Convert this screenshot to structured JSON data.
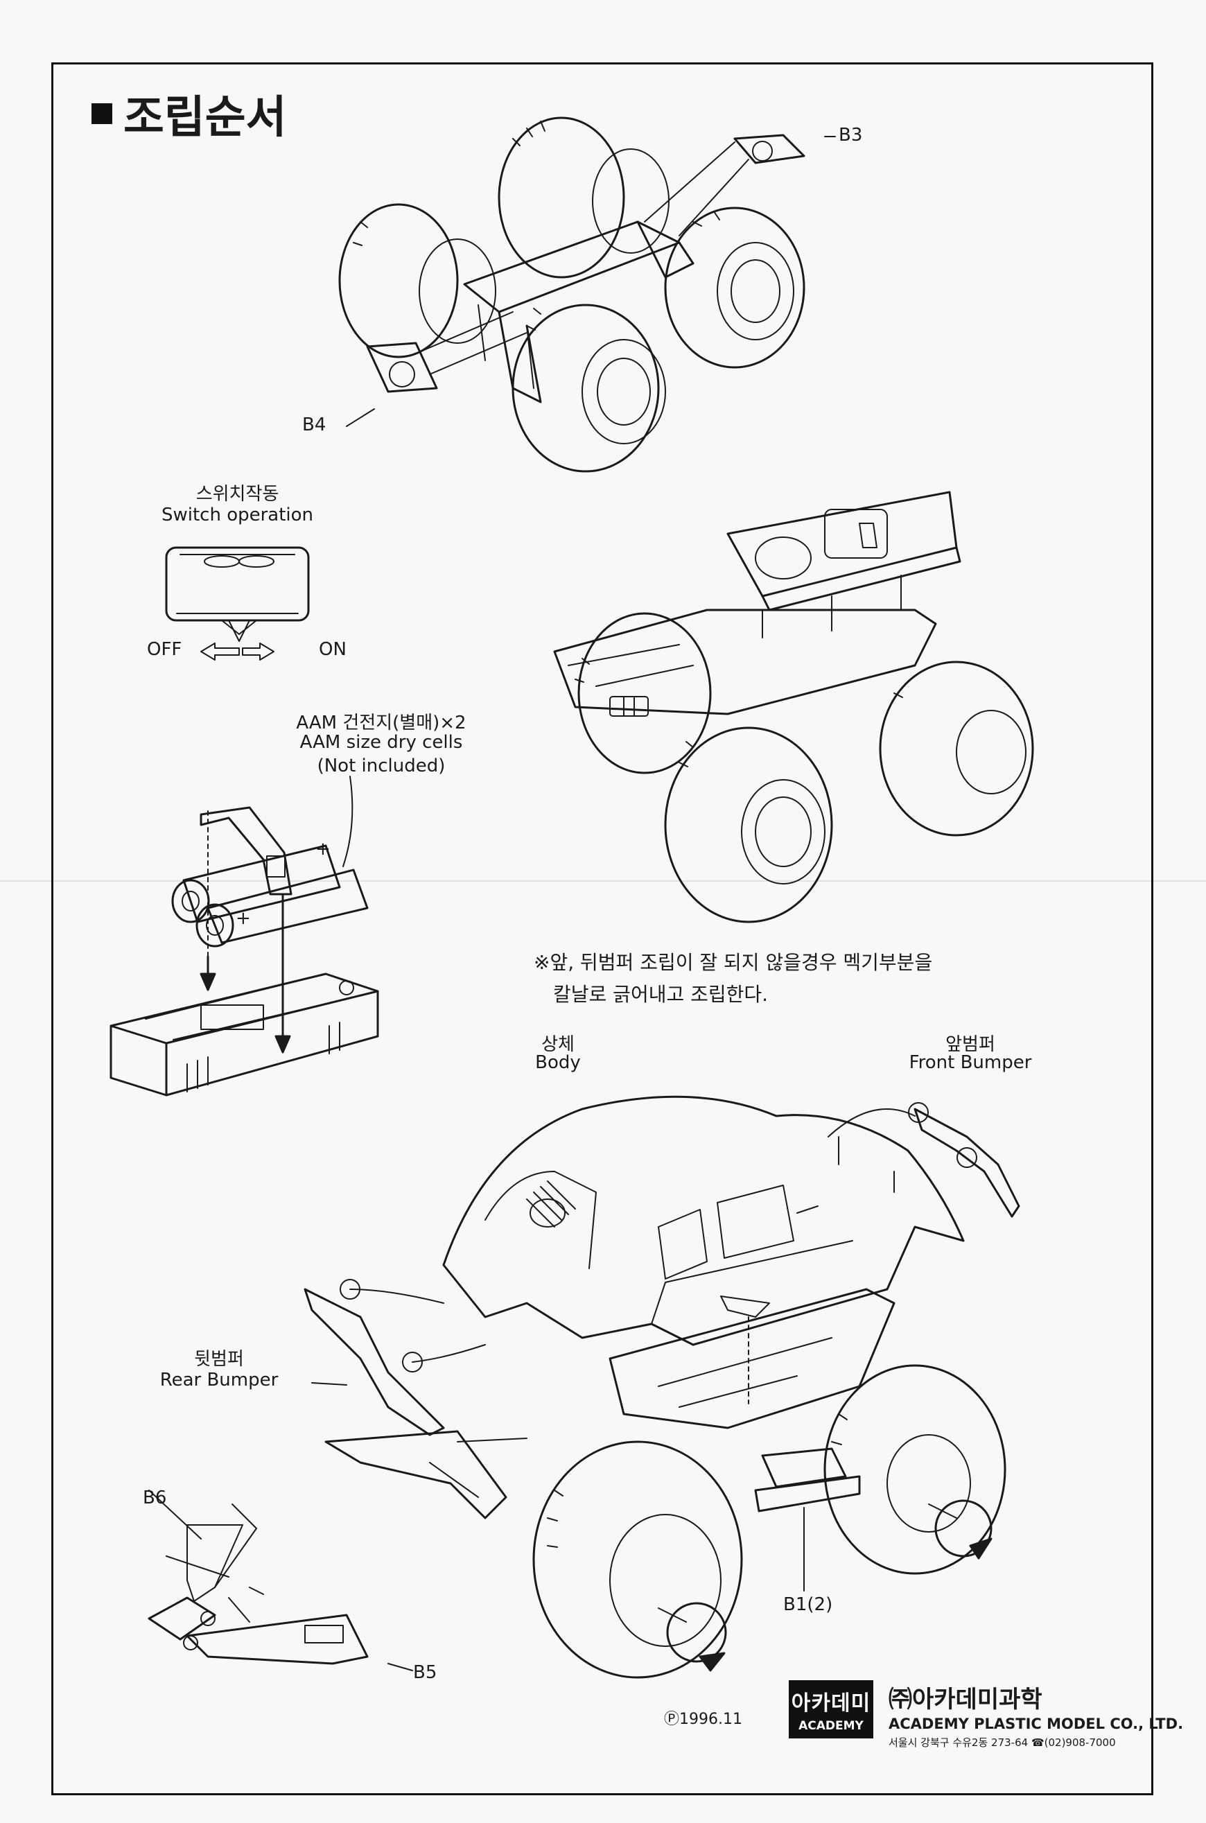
{
  "page": {
    "title": "조립순서",
    "background_color": "#f8f8f6",
    "line_color": "#1a1a1a"
  },
  "step1": {
    "part_labels": [
      "B3",
      "B4"
    ]
  },
  "switch_section": {
    "title_ko": "스위치작동",
    "title_en": "Switch operation",
    "off_label": "OFF",
    "on_label": "ON"
  },
  "battery_section": {
    "line1": "AAM 건전지(별매)×2",
    "line2": "AAM size dry cells",
    "line3": "(Not included)",
    "plus_sign": "+"
  },
  "note": {
    "line1": "※앞, 뒤범퍼 조립이 잘 되지 않을경우 멕기부분을",
    "line2": "칼날로 긁어내고 조립한다."
  },
  "parts": {
    "body_ko": "상체",
    "body_en": "Body",
    "front_bumper_ko": "앞범퍼",
    "front_bumper_en": "Front Bumper",
    "rear_bumper_ko": "뒷범퍼",
    "rear_bumper_en": "Rear Bumper",
    "b6": "B6",
    "b5": "B5",
    "b1": "B1(2)"
  },
  "footer": {
    "copyright": "Ⓟ1996.11",
    "logo_ko": "아카데미",
    "logo_en": "ACADEMY",
    "company_ko": "㈜아카데미과학",
    "company_en": "ACADEMY PLASTIC MODEL CO., LTD.",
    "address": "서울시 강북구 수유2동 273-64 ☎(02)908-7000"
  }
}
